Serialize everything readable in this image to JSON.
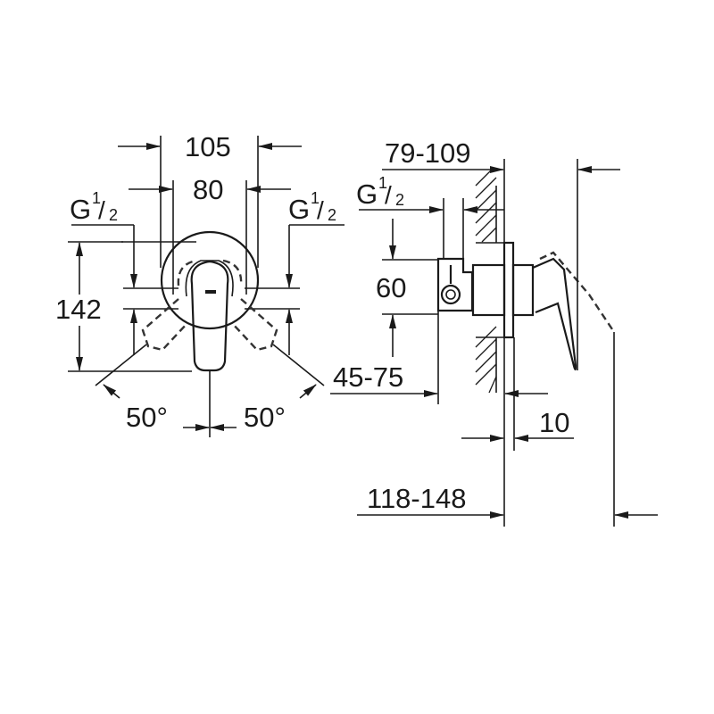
{
  "drawing": {
    "type": "technical dimension drawing",
    "subject": "concealed single-lever shower mixer",
    "front_view": {
      "width_outer": "105",
      "width_inner": "80",
      "thread_left": {
        "prefix": "G",
        "num": "1",
        "den": "2"
      },
      "thread_right": {
        "prefix": "G",
        "num": "1",
        "den": "2"
      },
      "height": "142",
      "angle_left": "50°",
      "angle_right": "50°"
    },
    "side_view": {
      "depth_range": "79-109",
      "thread": {
        "prefix": "G",
        "num": "1",
        "den": "2"
      },
      "pipe_spacing": "60",
      "body_depth": "45-75",
      "plate_thickness": "10",
      "total_depth": "118-148"
    }
  }
}
